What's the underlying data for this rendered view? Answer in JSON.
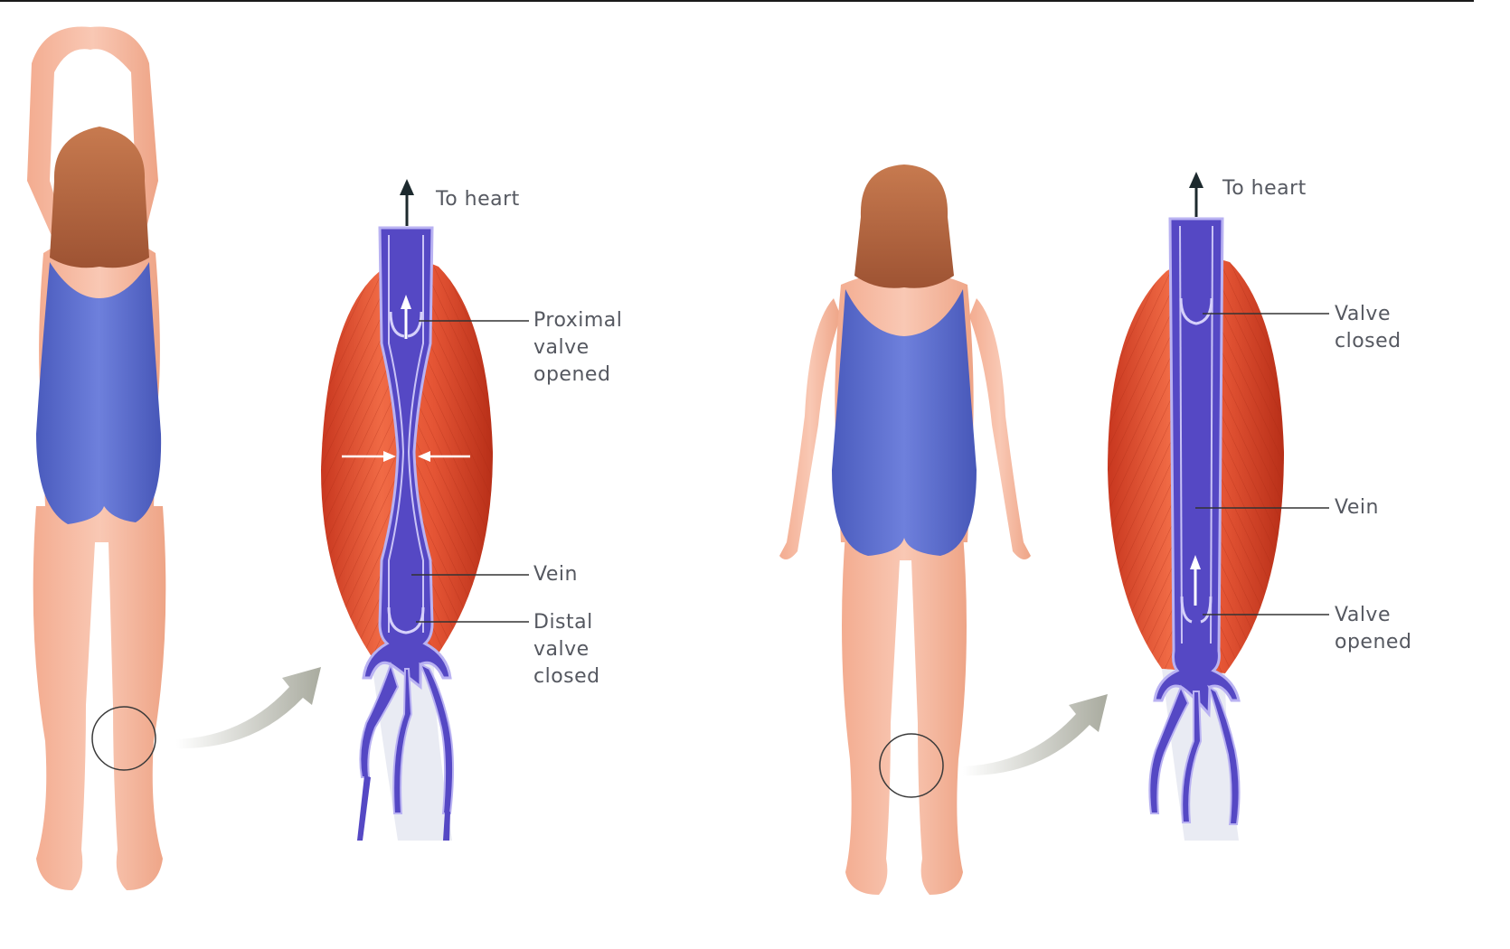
{
  "left_panel": {
    "to_heart": "To heart",
    "proximal_label": "Proximal\nvalve\nopened",
    "vein_label": "Vein",
    "distal_label": "Distal\nvalve\nclosed"
  },
  "right_panel": {
    "to_heart": "To heart",
    "top_valve_label": "Valve\nclosed",
    "vein_label": "Vein",
    "bottom_valve_label": "Valve\nopened"
  },
  "colors": {
    "skin": "#f5b79e",
    "hair": "#b4653f",
    "swimsuit": "#5d6fd0",
    "muscle": "#d9452a",
    "vein": "#5548c4",
    "vein_wall": "#b9b2f2"
  }
}
